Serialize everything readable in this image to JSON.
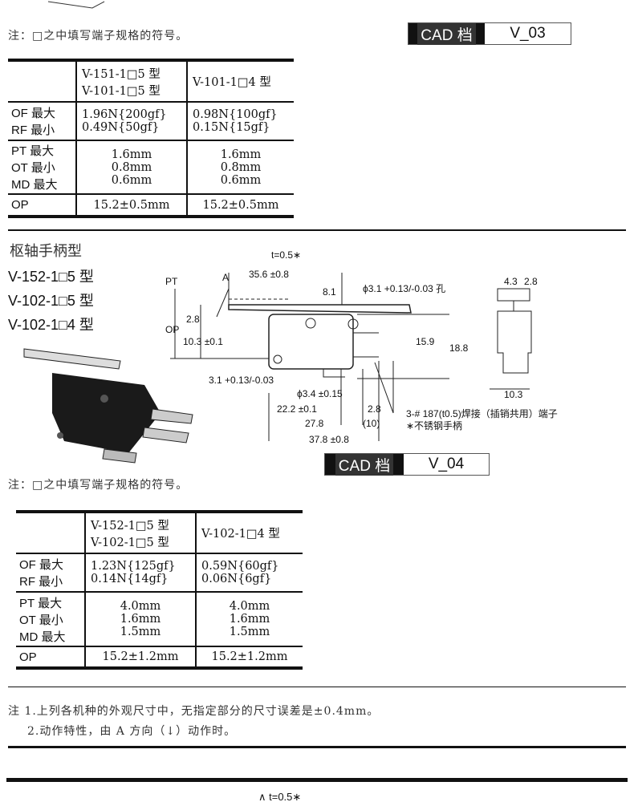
{
  "note_fill": "注：□之中填写端子规格的符号。",
  "cad_label": "CAD 档",
  "section1": {
    "cad_code": "V_03",
    "table": {
      "headers": [
        "V-151-1□5 型",
        "V-101-1□5 型",
        "V-101-1□4 型"
      ],
      "rows": [
        {
          "label": [
            "OF 最大",
            "RF 最小"
          ],
          "a": [
            "1.96N{200gf}",
            "0.49N{50gf}"
          ],
          "b": [
            "0.98N{100gf}",
            "0.15N{15gf}"
          ]
        },
        {
          "label": [
            "PT 最大",
            "OT 最小",
            "MD 最大"
          ],
          "a": [
            "1.6mm",
            "0.8mm",
            "0.6mm"
          ],
          "b": [
            "1.6mm",
            "0.8mm",
            "0.6mm"
          ]
        },
        {
          "label": [
            "OP"
          ],
          "a": [
            "15.2±0.5mm"
          ],
          "b": [
            "15.2±0.5mm"
          ]
        }
      ]
    }
  },
  "section2": {
    "title": "枢轴手柄型",
    "models": [
      "V-152-1□5 型",
      "V-102-1□5 型",
      "V-102-1□4 型"
    ],
    "cad_code": "V_04",
    "diagram": {
      "t": "t=0.5∗",
      "pt": "PT",
      "a": "A",
      "op": "OP",
      "d35": "35.6 ±0.8",
      "d81": "8.1",
      "hole": "ϕ3.1 +0.13/-0.03 孔",
      "d28": "2.8",
      "d103": "10.3 ±0.1",
      "d159": "15.9",
      "d188": "18.8",
      "d31": "3.1 +0.13/-0.03",
      "d34": "ϕ3.4 ±0.15",
      "d222": "22.2 ±0.1",
      "d28b": "2.8",
      "d278": "27.8",
      "d10": "(10)",
      "d378": "37.8 ±0.8",
      "side43": "4.3",
      "side28": "2.8",
      "side103": "10.3",
      "term": "3-# 187(t0.5)焊接（插销共用）端子",
      "steel": "∗不锈钢手柄"
    },
    "table": {
      "headers": [
        "V-152-1□5 型",
        "V-102-1□5 型",
        "V-102-1□4 型"
      ],
      "rows": [
        {
          "label": [
            "OF 最大",
            "RF 最小"
          ],
          "a": [
            "1.23N{125gf}",
            "0.14N{14gf}"
          ],
          "b": [
            "0.59N{60gf}",
            "0.06N{6gf}"
          ]
        },
        {
          "label": [
            "PT 最大",
            "OT 最小",
            "MD 最大"
          ],
          "a": [
            "4.0mm",
            "1.6mm",
            "1.5mm"
          ],
          "b": [
            "4.0mm",
            "1.6mm",
            "1.5mm"
          ]
        },
        {
          "label": [
            "OP"
          ],
          "a": [
            "15.2±1.2mm"
          ],
          "b": [
            "15.2±1.2mm"
          ]
        }
      ]
    }
  },
  "footnotes": [
    "注 1.上列各机种的外观尺寸中，无指定部分的尺寸误差是±0.4mm。",
    "2.动作特性，由 A 方向（↓）动作时。"
  ],
  "bottom_fragment": "∧  t=0.5∗"
}
